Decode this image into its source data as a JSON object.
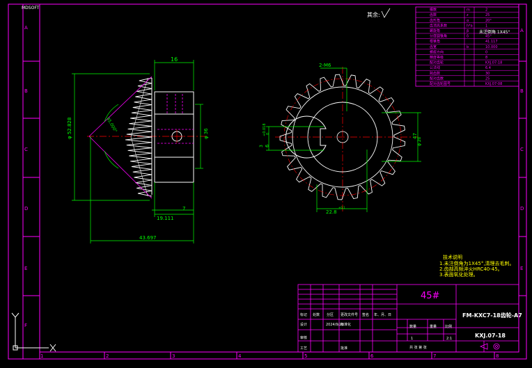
{
  "app": {
    "brand": "MDSOFT"
  },
  "frame": {
    "row_labels": [
      "A",
      "B",
      "C",
      "D",
      "E",
      "F"
    ],
    "col_labels": [
      "1",
      "2",
      "3",
      "4",
      "5",
      "6",
      "7",
      "8"
    ]
  },
  "roughness_note": "其余:",
  "params_table": {
    "rows": [
      {
        "name": "模数",
        "sym": "m",
        "val": "2"
      },
      {
        "name": "齿数",
        "sym": "z",
        "val": "25"
      },
      {
        "name": "齿形角",
        "sym": "α",
        "val": "20°"
      },
      {
        "name": "齿顶高系数",
        "sym": "h*a",
        "val": "1"
      },
      {
        "name": "螺旋角",
        "sym": "β",
        "val": "0"
      },
      {
        "name": "分度圆锥角",
        "sym": "δ",
        "val": "45°"
      },
      {
        "name": "根锥角",
        "sym": "",
        "val": "41.117"
      },
      {
        "name": "齿宽",
        "sym": "b",
        "val": "10.000"
      },
      {
        "name": "螺旋方向",
        "sym": "",
        "val": "0"
      },
      {
        "name": "精度等级",
        "sym": "",
        "val": "8"
      },
      {
        "name": "配对齿轮",
        "sym": "",
        "val": "KXJ.07-18"
      },
      {
        "name": "公法线",
        "sym": "",
        "val": "6.4"
      },
      {
        "name": "跨齿数",
        "sym": "",
        "val": "30"
      },
      {
        "name": "配对齿数",
        "sym": "",
        "val": "25"
      },
      {
        "name": "配对齿轮图号",
        "sym": "",
        "val": "KXJ.07-08"
      }
    ],
    "chamfer_note": "未注倒角 1X45°"
  },
  "dimensions": {
    "left": {
      "d16": "16",
      "phi_outer": "φ 52.828",
      "phi_bore": "φ 36",
      "angle": "45.000°",
      "d19": "19.111",
      "d7": "7",
      "d43": "43.697"
    },
    "right": {
      "keyway_w": "2-M6",
      "phi20": "φ 20",
      "six": "6",
      "tol1": "+0.018",
      "tol2": "0",
      "n227": "22.8",
      "n227_tol": "+0.1",
      "key_depth": "3",
      "d47": "47"
    }
  },
  "notes": {
    "title": "技术说明",
    "lines": [
      "1.未注倒角为1X45°,清理去毛刺。",
      "2.齿部高频淬火HRC40-45。",
      "3.表面氧化处理。"
    ]
  },
  "title_block": {
    "material": "45#",
    "drawing_name": "FM-KXC7-18齿轮-A7",
    "drawing_no": "KXJ.07-18",
    "header_cells": [
      "标记",
      "处数",
      "分区",
      "更改文件号",
      "签名",
      "年、月、日"
    ],
    "designer_label": "设计",
    "date": "2024/9/20",
    "std_label": "标准化",
    "review_label": "审核",
    "process_label": "工艺",
    "approve_label": "批准",
    "qty_label": "数量",
    "weight_label": "重量",
    "scale_label": "比例",
    "qty": "1",
    "scale": "2:1",
    "sheet_text": "共  张  第  张"
  },
  "colors": {
    "frame": "#ff00ff",
    "outline": "#ffffff",
    "dim": "#00ff00",
    "center": "#ff0000",
    "hidden": "#ff00ff",
    "text": "#ffff00"
  }
}
